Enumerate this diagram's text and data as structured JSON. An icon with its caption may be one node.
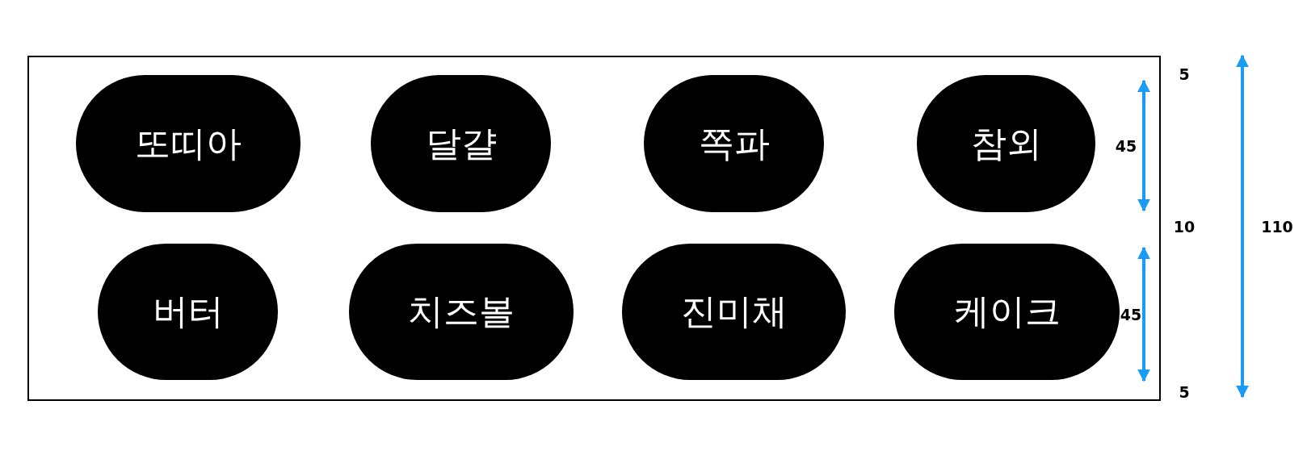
{
  "diagram": {
    "nodes": [
      {
        "text": [],
        "shape": "box"
      },
      {
        "text": [
          "또띠아"
        ],
        "in": 0
      },
      {
        "text": [
          "달걀"
        ],
        "in": 0
      },
      {
        "text": [
          "쪽파"
        ],
        "in": 0
      },
      {
        "text": [
          "참외"
        ],
        "in": 0
      },
      {
        "text": [
          "버터"
        ],
        "in": 0
      },
      {
        "text": [
          "치즈볼"
        ],
        "in": 0
      },
      {
        "text": [
          "진미채"
        ],
        "in": 0
      },
      {
        "text": [
          "케이크"
        ],
        "in": 0
      }
    ],
    "edges": [],
    "labels": [
      "5",
      "45",
      "10",
      "110",
      "45",
      "5"
    ]
  }
}
